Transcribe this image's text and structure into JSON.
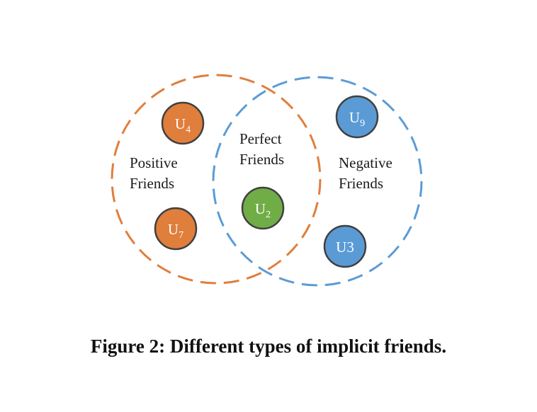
{
  "diagram": {
    "colors": {
      "positive_circle": "#E07E3C",
      "negative_circle": "#5B9BD5",
      "orange_node": "#E07E3C",
      "blue_node": "#5B9BD5",
      "green_node": "#70AD47",
      "node_border": "#404040"
    },
    "regions": {
      "positive": {
        "line1": "Positive",
        "line2": "Friends"
      },
      "perfect": {
        "line1": "Perfect",
        "line2": "Friends"
      },
      "negative": {
        "line1": "Negative",
        "line2": "Friends"
      }
    },
    "nodes": {
      "u4": {
        "base": "U",
        "sub": "4"
      },
      "u7": {
        "base": "U",
        "sub": "7"
      },
      "u2": {
        "base": "U",
        "sub": "2"
      },
      "u9": {
        "base": "U",
        "sub": "9"
      },
      "u3": {
        "base": "U3",
        "sub": ""
      }
    }
  },
  "caption": "Figure 2: Different types of implicit friends."
}
